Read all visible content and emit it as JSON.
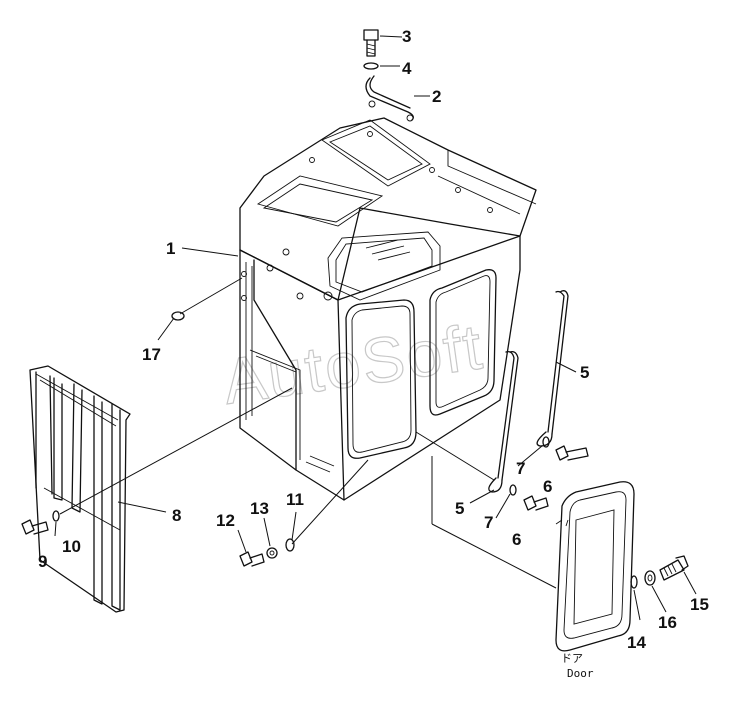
{
  "watermark": "AutoSoft",
  "door_caption": {
    "jp": "ドア",
    "en": "Door"
  },
  "callouts": {
    "c1": "1",
    "c2": "2",
    "c3": "3",
    "c4": "4",
    "c5a": "5",
    "c5b": "5",
    "c6a": "6",
    "c6b": "6",
    "c7a": "7",
    "c7b": "7",
    "c8": "8",
    "c9": "9",
    "c10": "10",
    "c11": "11",
    "c12": "12",
    "c13": "13",
    "c14": "14",
    "c15": "15",
    "c16": "16",
    "c17": "17"
  }
}
